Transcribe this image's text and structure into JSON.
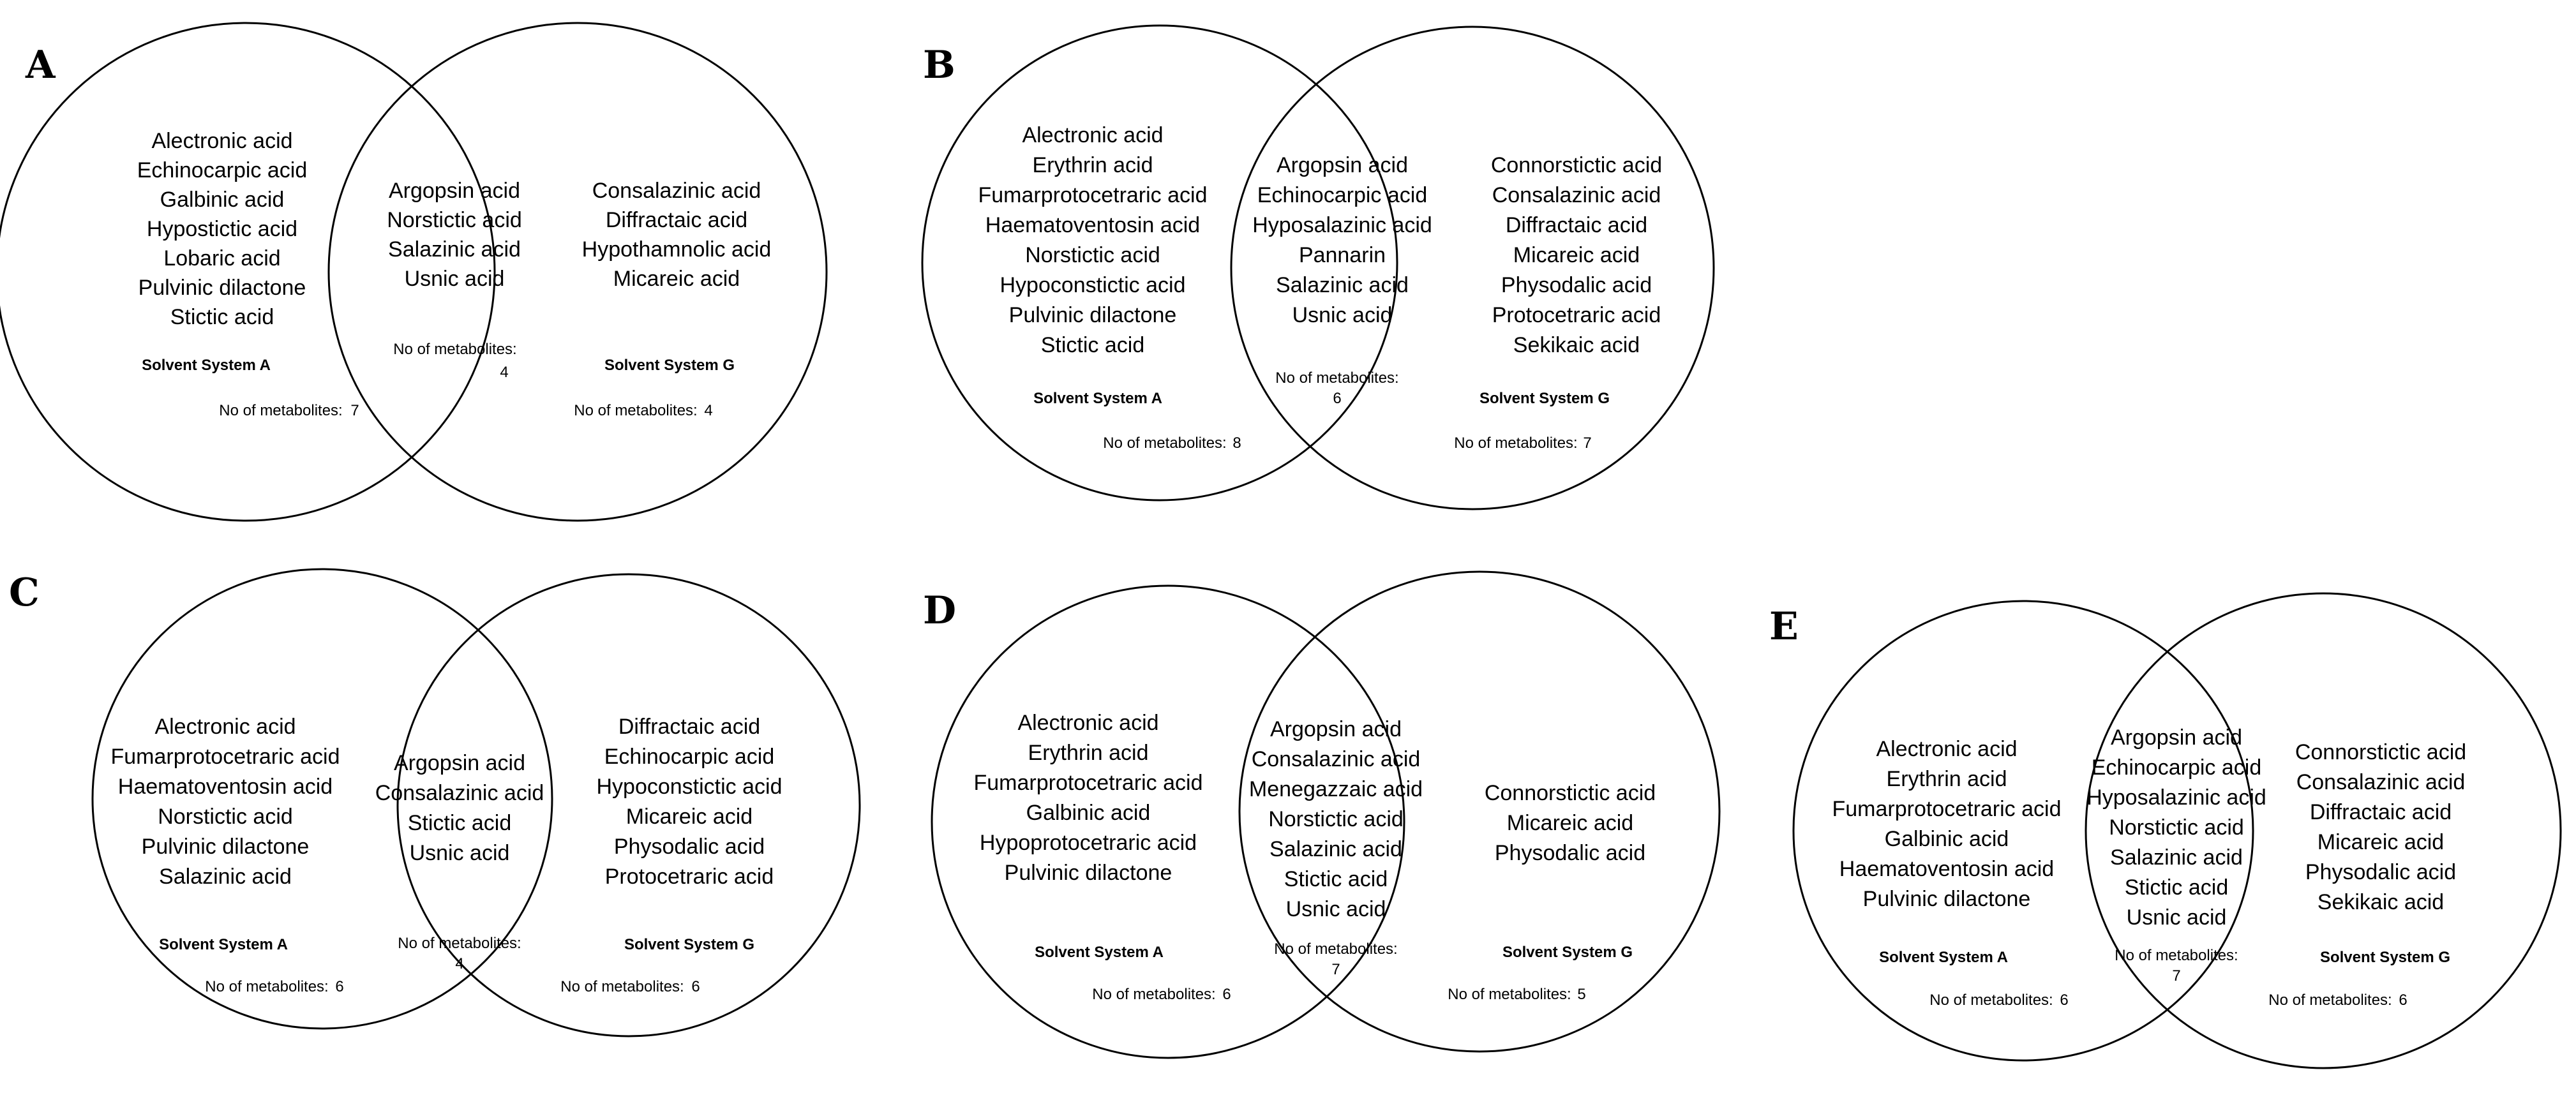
{
  "panels": [
    {
      "label": "A",
      "left_list": [
        "Alectronic acid",
        "Echinocarpic acid",
        "Galbinic acid",
        "Hypostictic acid",
        "Lobaric acid",
        "Pulvinic dilactone",
        "Stictic acid"
      ],
      "middle_list": [
        "Argopsin acid",
        "Norstictic acid",
        "Salazinic acid",
        "Usnic acid"
      ],
      "right_list": [
        "Consalazinic acid",
        "Diffractaic acid",
        "Hypothamnolic acid",
        "Micareic acid"
      ],
      "left_system": "Solvent System A",
      "right_system": "Solvent System G",
      "count_label": "No of metabolites:",
      "left_count": "7",
      "middle_count": "4",
      "right_count": "4"
    },
    {
      "label": "B",
      "left_list": [
        "Alectronic acid",
        "Erythrin acid",
        "Fumarprotocetraric acid",
        "Haematoventosin acid",
        "Norstictic acid",
        "Hypoconstictic acid",
        "Pulvinic dilactone",
        "Stictic acid"
      ],
      "middle_list": [
        "Argopsin acid",
        "Echinocarpic acid",
        "Hyposalazinic acid",
        "Pannarin",
        "Salazinic acid",
        "Usnic acid"
      ],
      "right_list": [
        "Connorstictic acid",
        "Consalazinic acid",
        "Diffractaic acid",
        "Micareic acid",
        "Physodalic acid",
        "Protocetraric acid",
        "Sekikaic acid"
      ],
      "left_system": "Solvent System A",
      "right_system": "Solvent System G",
      "count_label": "No of metabolites:",
      "left_count": "8",
      "middle_count": "6",
      "right_count": "7"
    },
    {
      "label": "C",
      "left_list": [
        "Alectronic acid",
        "Fumarprotocetraric acid",
        "Haematoventosin acid",
        "Norstictic acid",
        "Pulvinic dilactone",
        "Salazinic acid"
      ],
      "middle_list": [
        "Argopsin acid",
        "Consalazinic acid",
        "Stictic acid",
        "Usnic acid"
      ],
      "right_list": [
        "Diffractaic acid",
        "Echinocarpic acid",
        "Hypoconstictic acid",
        "Micareic acid",
        "Physodalic acid",
        "Protocetraric acid"
      ],
      "left_system": "Solvent System A",
      "right_system": "Solvent System G",
      "count_label": "No of metabolites:",
      "left_count": "6",
      "middle_count": "4",
      "right_count": "6"
    },
    {
      "label": "D",
      "left_list": [
        "Alectronic acid",
        "Erythrin acid",
        "Fumarprotocetraric acid",
        "Galbinic acid",
        "Hypoprotocetraric acid",
        "Pulvinic dilactone"
      ],
      "middle_list": [
        "Argopsin acid",
        "Consalazinic acid",
        "Menegazzaic acid",
        "Norstictic acid",
        "Salazinic acid",
        "Stictic acid",
        "Usnic acid"
      ],
      "right_list": [
        "Connorstictic acid",
        "Micareic acid",
        "Physodalic acid"
      ],
      "left_system": "Solvent System A",
      "right_system": "Solvent System G",
      "count_label": "No of metabolites:",
      "left_count": "6",
      "middle_count": "7",
      "right_count": "5"
    },
    {
      "label": "E",
      "left_list": [
        "Alectronic acid",
        "Erythrin acid",
        "Fumarprotocetraric acid",
        "Galbinic acid",
        "Haematoventosin acid",
        "Pulvinic dilactone"
      ],
      "middle_list": [
        "Argopsin acid",
        "Echinocarpic acid",
        "Hyposalazinic acid",
        "Norstictic acid",
        "Salazinic acid",
        "Stictic acid",
        "Usnic acid"
      ],
      "right_list": [
        "Connorstictic acid",
        "Consalazinic acid",
        "Diffractaic acid",
        "Micareic acid",
        "Physodalic acid",
        "Sekikaic acid"
      ],
      "left_system": "Solvent System A",
      "right_system": "Solvent System G",
      "count_label": "No of metabolites:",
      "left_count": "6",
      "middle_count": "7",
      "right_count": "6"
    }
  ]
}
